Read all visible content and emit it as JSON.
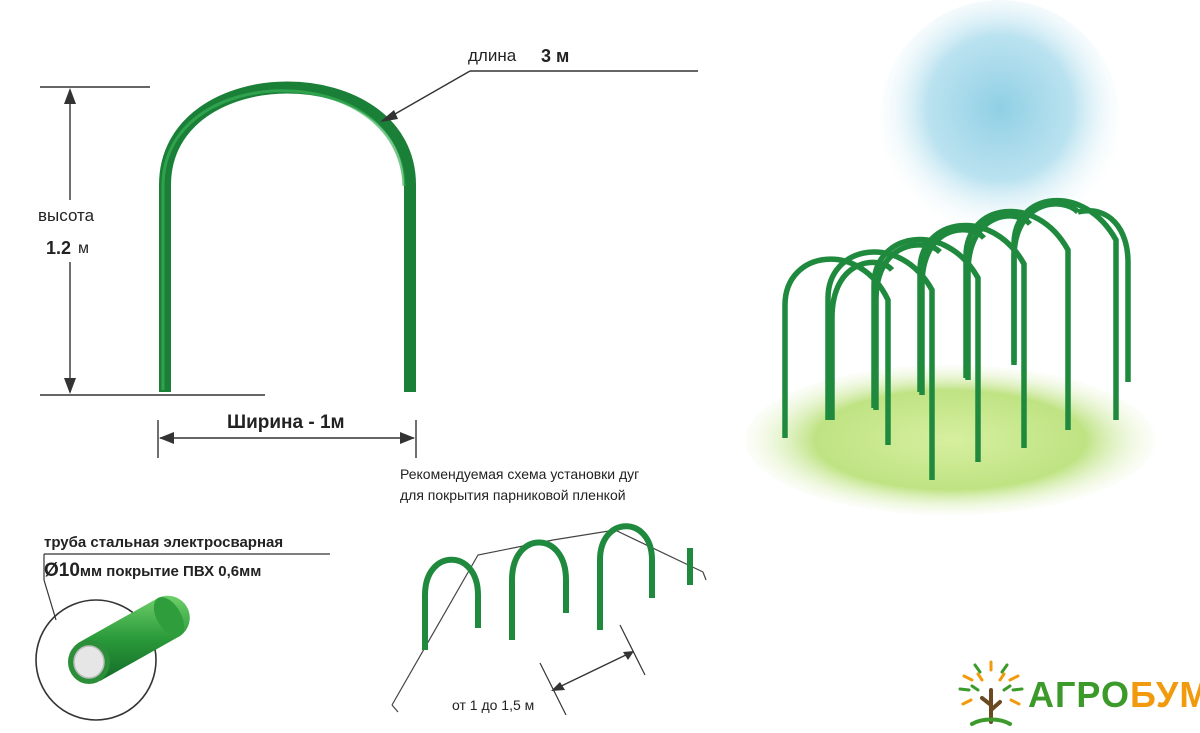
{
  "arch": {
    "length_word": "длина",
    "length_value": "3 м",
    "height_word": "высота",
    "height_value": "1.2",
    "height_unit": "м",
    "width_text": "Ширина - 1м"
  },
  "recommendation": {
    "line1": "Рекомендуемая схема установки дуг",
    "line2": "для покрытия парниковой пленкой",
    "spacing": "от 1 до 1,5 м"
  },
  "pipe": {
    "line1": "труба стальная электросварная",
    "diameter_symbol": "Ø10",
    "line2_rest": "мм покрытие ПВХ 0,6мм"
  },
  "logo": {
    "part1": "АГРО",
    "part2": "БУМ"
  },
  "colors": {
    "arch_green": "#1f8a3e",
    "arch_dark": "#136b2c",
    "sky_blue": "#8fcfe4",
    "grass_green": "#b7e07a",
    "logo_green": "#3c9a2a",
    "logo_orange": "#f29a0e"
  },
  "icons": [
    "single-arch-drawing",
    "pipe-cross-section-icon",
    "tunnel-arches-illustration",
    "tree-logo-icon"
  ]
}
